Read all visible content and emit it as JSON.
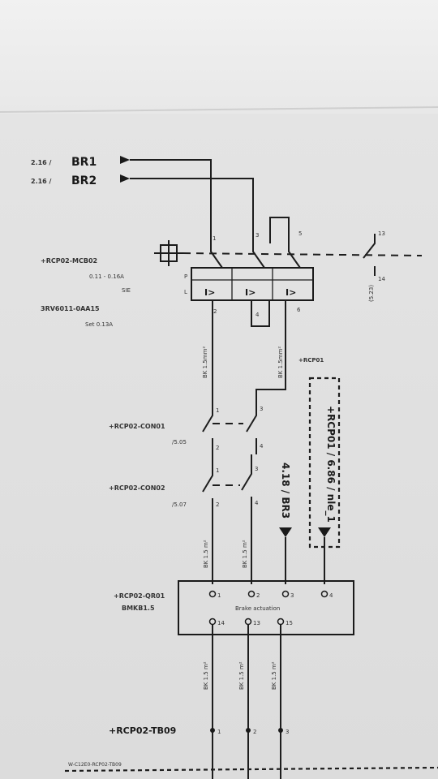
{
  "inputs": [
    {
      "ref": "2.16 /",
      "name": "BR1"
    },
    {
      "ref": "2.16 /",
      "name": "BR2"
    }
  ],
  "breaker": {
    "tag": "+RCP02-MCB02",
    "lines": [
      "0.11 - 0.16A",
      "SIE",
      "3RV6011-0AA15",
      "Set 0.13A"
    ],
    "terminals_top": [
      "1",
      "3",
      "5"
    ],
    "terminals_bottom": [
      "2",
      "4",
      "6"
    ],
    "letters": [
      "I>",
      "I>",
      "I>"
    ],
    "side_letters": [
      "P",
      "L"
    ],
    "aux": {
      "top": "13",
      "bottom": "14",
      "ref": "(5.23)"
    }
  },
  "wire_labels": [
    "BK 1.5mm²",
    "BK 1.5mm²",
    "BK 1.5 m²",
    "BK 1.5 m²",
    "BK 1.5 m²",
    "BK 1.5 m²",
    "BK 1.5 m²"
  ],
  "contactors": [
    {
      "tag": "+RCP02-CON01",
      "ref": "/5.05",
      "top": [
        "1",
        "3"
      ],
      "bottom": [
        "2",
        "4"
      ]
    },
    {
      "tag": "+RCP02-CON02",
      "ref": "/5.07",
      "top": [
        "1",
        "3"
      ],
      "bottom": [
        "2",
        "4"
      ]
    }
  ],
  "signals": {
    "br3": "4.18 / BR3",
    "rcp01_tag": "+RCP01",
    "rcp01_ref": "+RCP01 / 6.86 / nle_1"
  },
  "module": {
    "tag": "+RCP02-QR01",
    "model": "BMKB1.5",
    "caption": "Brake actuation",
    "top_pins": [
      "1",
      "2",
      "3",
      "4"
    ],
    "bottom_pins": [
      "14",
      "13",
      "15"
    ]
  },
  "terminal_block": {
    "tag": "+RCP02-TB09",
    "pins": [
      "1",
      "2",
      "3"
    ]
  },
  "footer_label": "W-C12E0-RCP02-TB09"
}
